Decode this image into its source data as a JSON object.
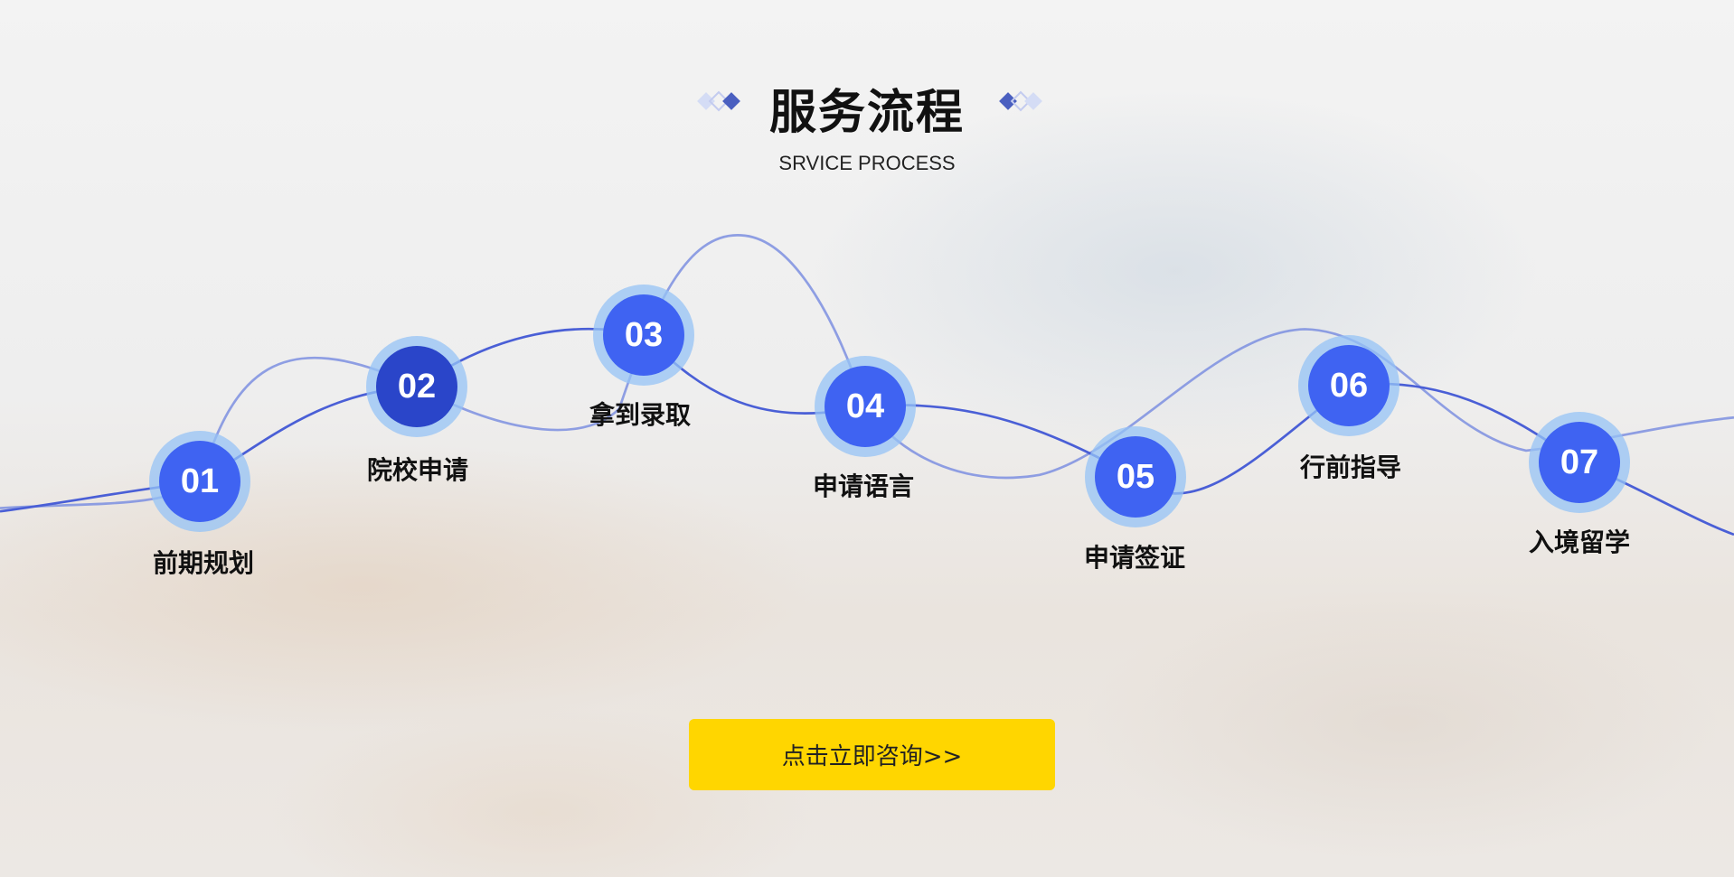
{
  "header": {
    "title": "服务流程",
    "subtitle": "SRVICE PROCESS"
  },
  "steps": [
    {
      "number": "01",
      "label": "前期规划"
    },
    {
      "number": "02",
      "label": "院校申请"
    },
    {
      "number": "03",
      "label": "拿到录取"
    },
    {
      "number": "04",
      "label": "申请语言"
    },
    {
      "number": "05",
      "label": "申请签证"
    },
    {
      "number": "06",
      "label": "行前指导"
    },
    {
      "number": "07",
      "label": "入境留学"
    }
  ],
  "cta": {
    "label": "点击立即咨询>>"
  },
  "colors": {
    "accent": "#3f63f2",
    "accent_dark": "#2a45c9",
    "ring": "#96c3f5",
    "cta": "#ffd600",
    "line": "#4a5fd6"
  }
}
